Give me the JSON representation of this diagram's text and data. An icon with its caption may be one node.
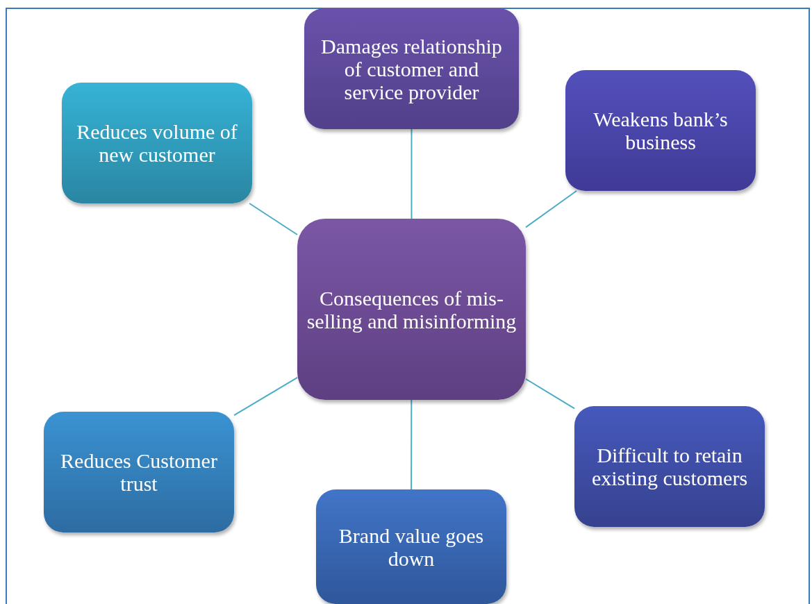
{
  "diagram": {
    "nodes": [
      {
        "text": [
          "Damages relationship of customer and service provider"
        ]
      },
      {
        "text": [
          "Weakens bank’s business"
        ]
      },
      {
        "text": [
          "Reduces volume of new customer"
        ]
      },
      {
        "text": [
          "Consequences of mis-selling and misinforming"
        ]
      },
      {
        "text": [
          "Difficult to retain  existing customers"
        ]
      },
      {
        "text": [
          "Reduces Customer trust"
        ]
      },
      {
        "text": [
          "Brand value goes down"
        ]
      }
    ],
    "edges": [
      {
        "from": 3,
        "to": 0,
        "arrow": "none"
      },
      {
        "from": 3,
        "to": 1,
        "arrow": "none"
      },
      {
        "from": 3,
        "to": 2,
        "arrow": "none"
      },
      {
        "from": 3,
        "to": 4,
        "arrow": "none"
      },
      {
        "from": 3,
        "to": 5,
        "arrow": "none"
      },
      {
        "from": 3,
        "to": 6,
        "arrow": "none"
      }
    ]
  }
}
